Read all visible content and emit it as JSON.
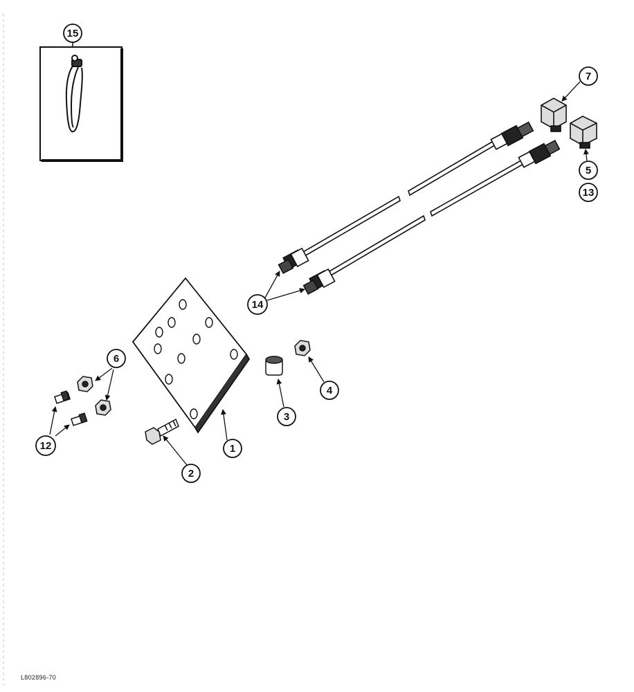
{
  "figure_code": "L802896-70",
  "callouts": {
    "c1": "1",
    "c2": "2",
    "c3": "3",
    "c4": "4",
    "c5": "5",
    "c6": "6",
    "c7": "7",
    "c12": "12",
    "c13": "13",
    "c14": "14",
    "c15": "15"
  }
}
